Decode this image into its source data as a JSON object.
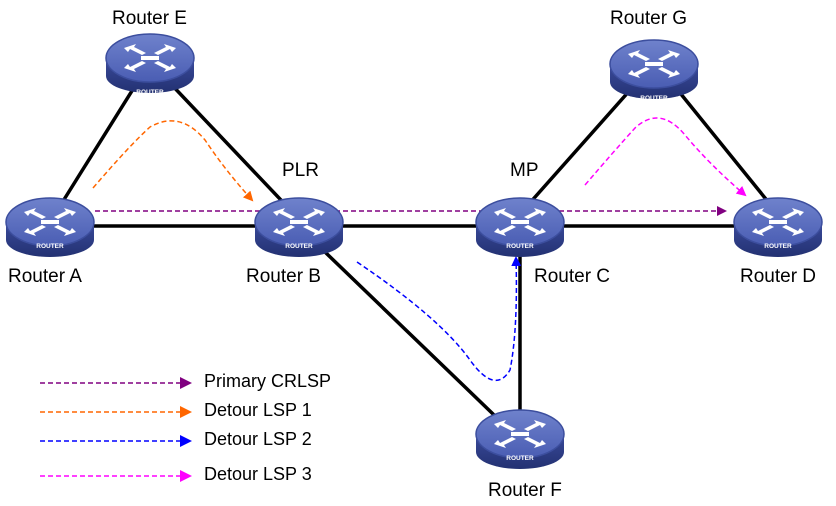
{
  "routers": [
    {
      "id": "E",
      "name": "Router E",
      "badge": "ROUTER"
    },
    {
      "id": "A",
      "name": "Router A",
      "badge": "ROUTER"
    },
    {
      "id": "B",
      "name": "Router B",
      "role": "PLR",
      "badge": "ROUTER"
    },
    {
      "id": "C",
      "name": "Router C",
      "role": "MP",
      "badge": "ROUTER"
    },
    {
      "id": "D",
      "name": "Router D",
      "badge": "ROUTER"
    },
    {
      "id": "G",
      "name": "Router G",
      "badge": "ROUTER"
    },
    {
      "id": "F",
      "name": "Router F",
      "badge": "ROUTER"
    }
  ],
  "links": [
    [
      "A",
      "E"
    ],
    [
      "E",
      "B"
    ],
    [
      "A",
      "B"
    ],
    [
      "B",
      "C"
    ],
    [
      "C",
      "D"
    ],
    [
      "C",
      "G"
    ],
    [
      "G",
      "D"
    ],
    [
      "B",
      "F"
    ],
    [
      "C",
      "F"
    ]
  ],
  "paths": [
    {
      "name": "Primary CRLSP",
      "color": "#800080"
    },
    {
      "name": "Detour LSP 1",
      "color": "#ff6600"
    },
    {
      "name": "Detour LSP 2",
      "color": "#0000ff"
    },
    {
      "name": "Detour LSP 3",
      "color": "#ff00ff"
    }
  ]
}
